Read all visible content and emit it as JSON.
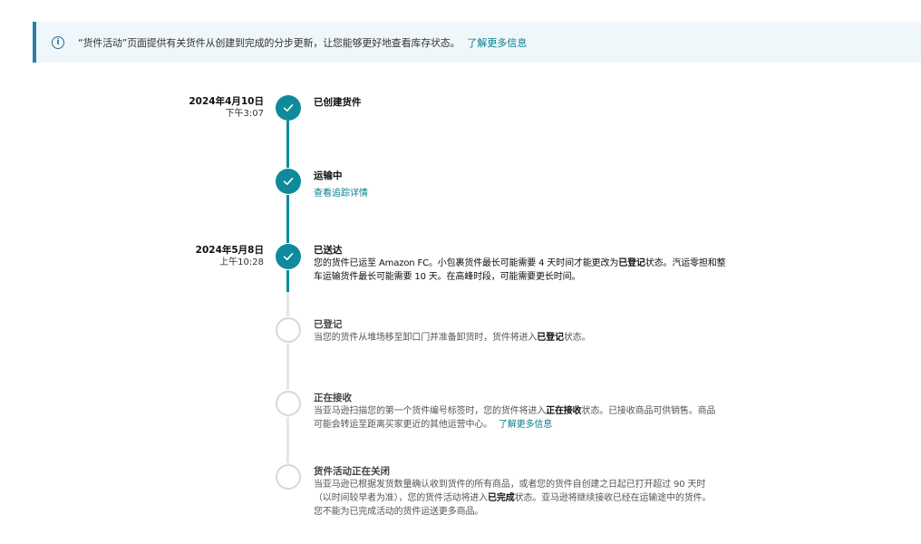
{
  "banner": {
    "icon": "info-icon",
    "text": "“货件活动”页面提供有关货件从创建到完成的分步更新，让您能够更好地查看库存状态。",
    "link": "了解更多信息"
  },
  "steps": [
    {
      "date": "2024年4月10日",
      "time": "下午3:07",
      "status": "done",
      "title": "已创建货件"
    },
    {
      "status": "done",
      "title": "运输中",
      "link": "查看追踪详情"
    },
    {
      "date": "2024年5月8日",
      "time": "上午10:28",
      "status": "done",
      "title": "已送达",
      "desc_1": "您的货件已运至 Amazon FC。小包裹货件最长可能需要 4 天时间才能更改为",
      "desc_bold": "已登记",
      "desc_2": "状态。汽运零担和整",
      "desc_3": "车运输货件最长可能需要 10 天。在高峰时段，可能需要更长时间。"
    },
    {
      "status": "pending",
      "title": "已登记",
      "desc_1": "当您的货件从堆场移至卸口门并准备卸货时，货件将进入",
      "desc_bold": "已登记",
      "desc_2": "状态。"
    },
    {
      "status": "pending",
      "title": "正在接收",
      "desc_1": "当亚马逊扫描您的第一个货件编号标签时，您的货件将进入",
      "desc_bold": "正在接收",
      "desc_2": "状态。已接收商品可供销售。商品",
      "desc_3": "可能会转运至距离买家更近的其他运营中心。",
      "link": "了解更多信息"
    },
    {
      "status": "pending",
      "title": "货件活动正在关闭",
      "desc_1": "当亚马逊已根据发货数量确认收到货件的所有商品，或者您的货件自创建之日起已打开超过 90 天时",
      "desc_2a": "（以时间较早者为准），您的货件活动将进入",
      "desc_bold": "已完成",
      "desc_2b": "状态。亚马逊将继续接收已经在运输途中的货件。",
      "desc_3": "您不能为已完成活动的货件运送更多商品。"
    }
  ]
}
